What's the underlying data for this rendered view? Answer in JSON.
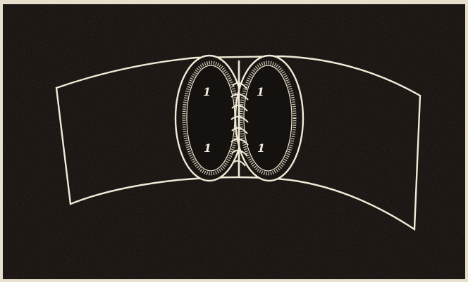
{
  "figure": {
    "labels": [
      "1",
      "1",
      "1",
      "1"
    ],
    "colors": {
      "paper": "#e6e0cc",
      "field": "#17120f",
      "outline": "#f0ead8",
      "hatch": "#cfc8b4"
    },
    "icons": {
      "band": "curved-band-outline",
      "left_lobe": "left-oval-lobe",
      "right_lobe": "right-oval-lobe",
      "stitches": "seam-stitches"
    }
  }
}
